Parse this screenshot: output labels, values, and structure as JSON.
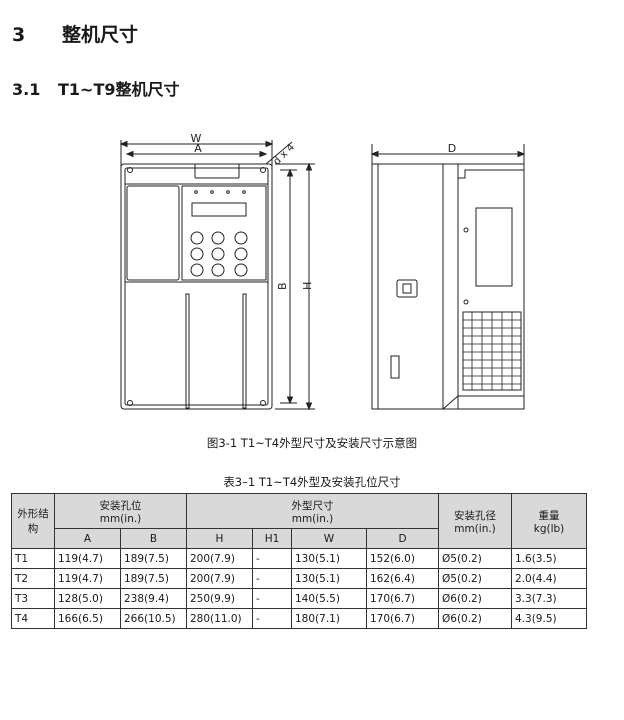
{
  "section": {
    "number": "3",
    "title": "整机尺寸"
  },
  "subsection": {
    "number": "3.1",
    "title": "T1~T9整机尺寸"
  },
  "figure": {
    "caption": "图3-1 T1~T4外型尺寸及安装尺寸示意图",
    "front_labels": {
      "w": "W",
      "a": "A",
      "d4": "d x 4",
      "b": "B",
      "h": "H"
    },
    "side_labels": {
      "d": "D"
    }
  },
  "table": {
    "caption": "表3–1 T1~T4外型及安装孔位尺寸",
    "headers": {
      "shape_line1": "外形结",
      "shape_line2": "构",
      "mount_holes": "安装孔位",
      "mount_unit": "mm(in.)",
      "outer_size": "外型尺寸",
      "outer_unit": "mm(in.)",
      "hole_dia": "安装孔径",
      "hole_unit": "mm(in.)",
      "weight": "重量",
      "weight_unit": "kg(lb)",
      "A": "A",
      "B": "B",
      "H": "H",
      "H1": "H1",
      "W": "W",
      "D": "D"
    },
    "rows": [
      [
        "T1",
        "119(4.7)",
        "189(7.5)",
        "200(7.9)",
        "-",
        "130(5.1)",
        "152(6.0)",
        "Ø5(0.2)",
        "1.6(3.5)"
      ],
      [
        "T2",
        "119(4.7)",
        "189(7.5)",
        "200(7.9)",
        "-",
        "130(5.1)",
        "162(6.4)",
        "Ø5(0.2)",
        "2.0(4.4)"
      ],
      [
        "T3",
        "128(5.0)",
        "238(9.4)",
        "250(9.9)",
        "-",
        "140(5.5)",
        "170(6.7)",
        "Ø6(0.2)",
        "3.3(7.3)"
      ],
      [
        "T4",
        "166(6.5)",
        "266(10.5)",
        "280(11.0)",
        "-",
        "180(7.1)",
        "170(6.7)",
        "Ø6(0.2)",
        "4.3(9.5)"
      ]
    ]
  }
}
